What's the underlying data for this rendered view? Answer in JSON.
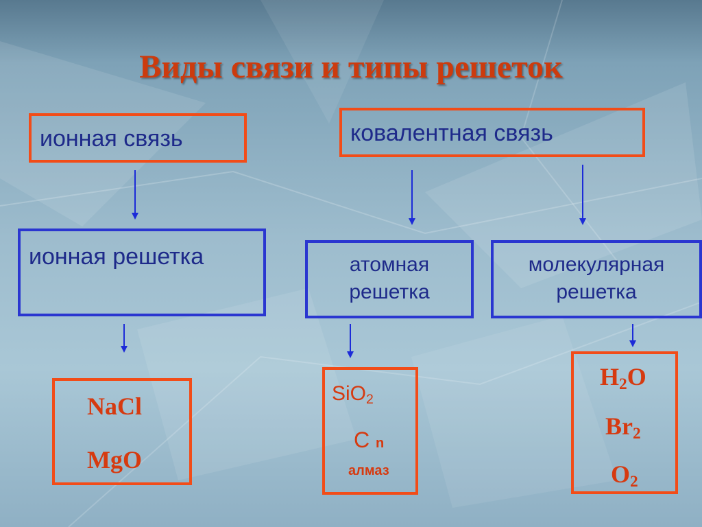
{
  "title": "Виды связи и типы решеток",
  "bonds": {
    "ionic": "ионная связь",
    "covalent": "ковалентная  связь"
  },
  "lattices": {
    "ionic": "ионная решетка",
    "atomic_line1": "атомная",
    "atomic_line2": "решетка",
    "molecular_line1": "молекулярная",
    "molecular_line2": "решетка"
  },
  "examples": {
    "ionic": [
      "NaCl",
      "MgO"
    ],
    "atomic": {
      "sio2_base": "SiO",
      "sio2_sub": "2",
      "c_base": "C",
      "c_sub": "n",
      "note": "алмаз"
    },
    "molecular": {
      "h2o_a": "H",
      "h2o_sub": "2",
      "h2o_b": "O",
      "br2_base": "Br",
      "br2_sub": "2",
      "o2_base": "O",
      "o2_sub": "2"
    }
  },
  "colors": {
    "red_border": "#f24c18",
    "blue_border": "#2a36d0",
    "title_red": "#cc3b0e",
    "arrow_blue": "#1c2bd8"
  }
}
